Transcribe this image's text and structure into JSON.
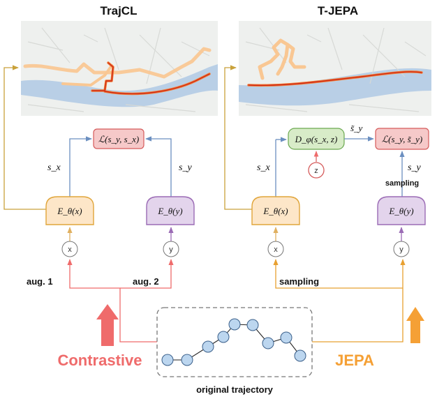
{
  "titles": {
    "left": "TrajCL",
    "right": "T-JEPA"
  },
  "left": {
    "loss": "ℒ(s_y, s_x)",
    "sx": "s_x",
    "sy": "s_y",
    "enc_x": "E_θ(x)",
    "enc_y": "E_θ(y)",
    "node_x": "x",
    "node_y": "y",
    "aug1": "aug. 1",
    "aug2": "aug. 2"
  },
  "right": {
    "predictor": "D_φ(s_x, z)",
    "z": "z",
    "stilde": "s̃_y",
    "loss": "ℒ(s_y, s̃_y)",
    "sx": "s_x",
    "sy": "s_y",
    "sampling_top": "sampling",
    "enc_x": "E_θ(x)",
    "enc_y": "E_θ(y)",
    "node_x": "x",
    "node_y": "y",
    "sampling_bottom": "sampling"
  },
  "bottom": {
    "contrastive": "Contrastive",
    "jepa": "JEPA",
    "caption": "original trajectory"
  },
  "colors": {
    "contrastive": "#ef6b6b",
    "jepa": "#f5a035",
    "arrow_blue": "#6b8fc0",
    "enc_yellow_fill": "#fde6c8",
    "enc_yellow_stroke": "#e0a53a",
    "enc_purple_fill": "#e3d4ec",
    "enc_purple_stroke": "#9b6bb5",
    "loss_fill": "#f6c9c9",
    "loss_stroke": "#d55b5b",
    "pred_fill": "#d8ecc8",
    "pred_stroke": "#6aa84f",
    "traj_node": "#bcd6ef"
  }
}
